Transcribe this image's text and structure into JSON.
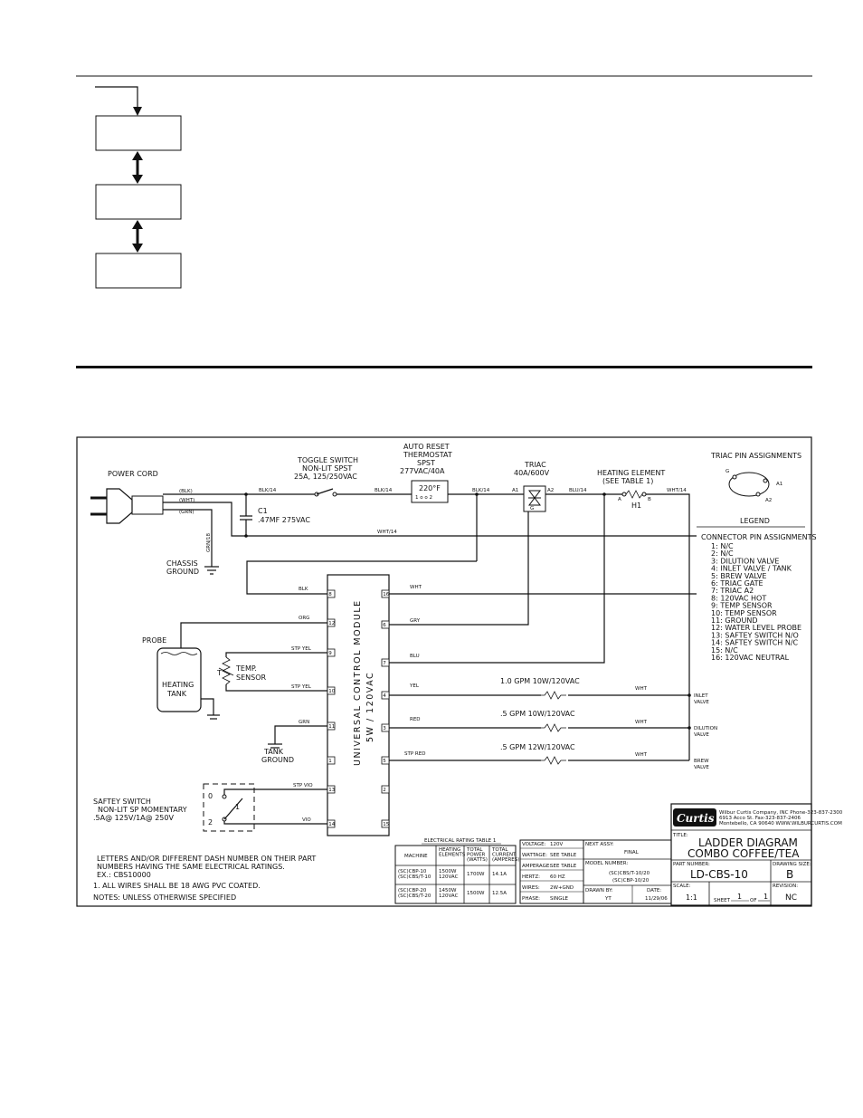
{
  "schematic": {
    "power_cord": "POWER CORD",
    "wire_blk": "(BLK)",
    "wire_wht": "(WHT)",
    "wire_grn": "(GRN)",
    "grn18": "GRN/18",
    "chassis": [
      "CHASSIS",
      "GROUND"
    ],
    "cap_name": "C1",
    "cap_value": ".47MF 275VAC",
    "toggle": [
      "TOGGLE SWITCH",
      "NON-LIT SPST",
      "25A, 125/250VAC"
    ],
    "blk14": "BLK/14",
    "wht14": "WHT/14",
    "blu14": "BLU/14",
    "thermostat": [
      "AUTO RESET",
      "THERMOSTAT",
      "SPST",
      "277VAC/40A"
    ],
    "thermo_temp": "220°F",
    "thermo_pins": "1 o      o 2",
    "triac": [
      "TRIAC",
      "40A/600V"
    ],
    "a1": "A1",
    "a2": "A2",
    "g": "G",
    "heating": [
      "HEATING ELEMENT",
      "(SEE TABLE 1)"
    ],
    "h1": "H1",
    "pin_a": "A",
    "pin_b": "B",
    "triac_pins_title": "TRIAC PIN ASSIGNMENTS",
    "legend_title": "LEGEND",
    "conn_title": "CONNECTOR PIN ASSIGNMENTS",
    "connector_pins": [
      "1: N/C",
      "2: N/C",
      "3: DILUTION VALVE",
      "4: INLET VALVE / TANK",
      "5: BREW VALVE",
      "6: TRIAC GATE",
      "7: TRIAC A2",
      "8: 120VAC HOT",
      "9: TEMP SENSOR",
      "10: TEMP SENSOR",
      "11: GROUND",
      "12: WATER LEVEL PROBE",
      "13: SAFTEY SWITCH N/O",
      "14: SAFTEY SWITCH N/C",
      "15: N/C",
      "16: 120VAC NEUTRAL"
    ],
    "module_label": [
      "UNIVERSAL CONTROL MODULE",
      "5W / 120VAC"
    ],
    "left_pins": [
      "8",
      "12",
      "9",
      "10",
      "11",
      "1",
      "13",
      "14"
    ],
    "right_pins": [
      "16",
      "6",
      "7",
      "4",
      "3",
      "5",
      "2",
      "15"
    ],
    "lw_blk": "BLK",
    "lw_org": "ORG",
    "lw_stpyel": "STP YEL",
    "lw_grn": "GRN",
    "lw_stpvio": "STP VIO",
    "lw_vio": "VIO",
    "rw_wht": "WHT",
    "rw_gry": "GRY",
    "rw_blu": "BLU",
    "rw_yel": "YEL",
    "rw_red": "RED",
    "rw_stpred": "STP RED",
    "probe": "PROBE",
    "tank": [
      "HEATING",
      "TANK"
    ],
    "temp_sensor": [
      "TEMP.",
      "SENSOR"
    ],
    "temp_t": "T",
    "tank_ground": [
      "TANK",
      "GROUND"
    ],
    "valve1_rating": "1.0 GPM 10W/120VAC",
    "valve2_rating": ".5 GPM 10W/120VAC",
    "valve3_rating": ".5 GPM 12W/120VAC",
    "valve1": [
      "INLET",
      "VALVE"
    ],
    "valve2": [
      "DILUTION",
      "VALVE"
    ],
    "valve3": [
      "BREW",
      "VALVE"
    ],
    "safety": [
      "SAFTEY SWITCH",
      "NON-LIT SP MOMENTARY",
      ".5A@ 125V/1A@ 250V"
    ],
    "sw0": "0",
    "sw1": "1",
    "sw2": "2",
    "notes": [
      "LETTERS AND/OR DIFFERENT DASH NUMBER ON THEIR PART",
      "NUMBERS HAVING THE SAME ELECTRICAL RATINGS.",
      "EX.: CBS10000",
      "1. ALL WIRES SHALL BE 18 AWG PVC COATED.",
      "NOTES: UNLESS OTHERWISE SPECIFIED"
    ]
  },
  "rating_table": {
    "title": "ELECTRICAL RATING TABLE 1",
    "headers": [
      [
        "MACHINE"
      ],
      [
        "HEATING",
        "ELEMENTS"
      ],
      [
        "TOTAL",
        "POWER",
        "(WATTS)"
      ],
      [
        "TOTAL",
        "CURRENT",
        "(AMPERES)"
      ]
    ],
    "rows": [
      [
        [
          "(SC)CBP-10",
          "(SC)CBS/T-10"
        ],
        [
          "1500W",
          "120VAC"
        ],
        [
          "1700W"
        ],
        [
          "14.1A"
        ]
      ],
      [
        [
          "(SC)CBP-20",
          "(SC)CBS/T-20"
        ],
        [
          "1450W",
          "120VAC"
        ],
        [
          "1500W"
        ],
        [
          "12.5A"
        ]
      ]
    ]
  },
  "specs": [
    {
      "label": "VOLTAGE:",
      "value": "120V"
    },
    {
      "label": "WATTAGE:",
      "value": "SEE TABLE"
    },
    {
      "label": "AMPERAGE:",
      "value": "SEE TABLE"
    },
    {
      "label": "HERTZ:",
      "value": "60 HZ"
    },
    {
      "label": "WIRES:",
      "value": "2W+GND"
    },
    {
      "label": "PHASE:",
      "value": "SINGLE"
    }
  ],
  "assy": {
    "next_label": "NEXT ASSY:",
    "next_value": "FINAL",
    "model_label": "MODEL NUMBER:",
    "model_values": [
      "(SC)CBS/T-10/20",
      "(SC)CBP-10/20"
    ],
    "drawn_label": "DRAWN BY:",
    "drawn_value": "YT",
    "date_label": "DATE:",
    "date_value": "11/29/06"
  },
  "title_block": {
    "logo": "Curtis",
    "company": [
      "Wilbur Curtis Company, INC Phone-323-837-2300",
      "6913 Acco St.          Fax-323-837-2406",
      "Montebello, CA 90640   WWW.WILBURCURTIS.COM"
    ],
    "title_label": "TITLE:",
    "title": [
      "LADDER DIAGRAM",
      "COMBO COFFEE/TEA"
    ],
    "part_label": "PART NUMBER:",
    "part": "LD-CBS-10",
    "size_label": "DRAWING SIZE:",
    "size": "B",
    "scale_label": "SCALE:",
    "scale": "1:1",
    "sheet_prefix": "SHEET",
    "sheet_num": "1",
    "sheet_of": "OF",
    "sheet_total": "1",
    "rev_label": "REVISION:",
    "rev": "NC"
  }
}
